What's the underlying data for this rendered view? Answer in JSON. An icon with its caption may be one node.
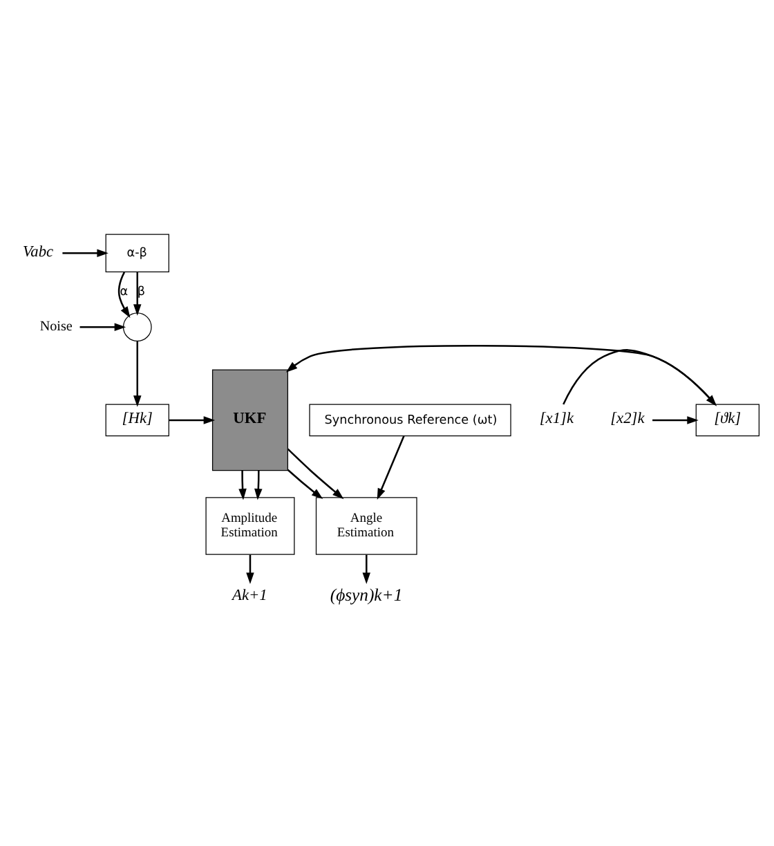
{
  "diagram": {
    "nodes": [
      {
        "text": [
          "Vabc"
        ]
      },
      {
        "text": [
          "α-β"
        ]
      },
      {
        "text": [],
        "shape": "circle"
      },
      {
        "text": [
          "Noise"
        ]
      },
      {
        "text": [
          "[Hk]"
        ]
      },
      {
        "text": [
          "UKF"
        ]
      },
      {
        "text": [
          "[x1]k"
        ]
      },
      {
        "text": [
          "[ϑk]"
        ]
      },
      {
        "text": [
          "[x2]k"
        ]
      },
      {
        "text": [
          "Synchronous Reference (ωt)"
        ]
      },
      {
        "text": [
          "Angle Estimation"
        ]
      },
      {
        "text": [
          "Amplitude Estimation"
        ]
      },
      {
        "text": [
          "(ϕsyn)k+1"
        ]
      },
      {
        "text": [
          "Ak+1"
        ]
      }
    ],
    "edges": [
      {
        "from": 0,
        "to": 1,
        "arrow": "to"
      },
      {
        "from": 1,
        "to": 2,
        "arrow": "to",
        "label": "α"
      },
      {
        "from": 1,
        "to": 2,
        "arrow": "to",
        "label": "β"
      },
      {
        "from": 3,
        "to": 2,
        "arrow": "to"
      },
      {
        "from": 2,
        "to": 4,
        "arrow": "to"
      },
      {
        "from": 4,
        "to": 5,
        "arrow": "to"
      },
      {
        "from": 6,
        "to": 7,
        "arrow": "to"
      },
      {
        "from": 8,
        "to": 7,
        "arrow": "to"
      },
      {
        "from": 7,
        "to": 5,
        "arrow": "to"
      },
      {
        "from": 5,
        "to": 10,
        "arrow": "to"
      },
      {
        "from": 5,
        "to": 10,
        "arrow": "to"
      },
      {
        "from": 5,
        "to": 11,
        "arrow": "to"
      },
      {
        "from": 5,
        "to": 11,
        "arrow": "to"
      },
      {
        "from": 9,
        "to": 10,
        "arrow": "to"
      },
      {
        "from": 10,
        "to": 12,
        "arrow": "to"
      },
      {
        "from": 11,
        "to": 13,
        "arrow": "to"
      }
    ]
  }
}
